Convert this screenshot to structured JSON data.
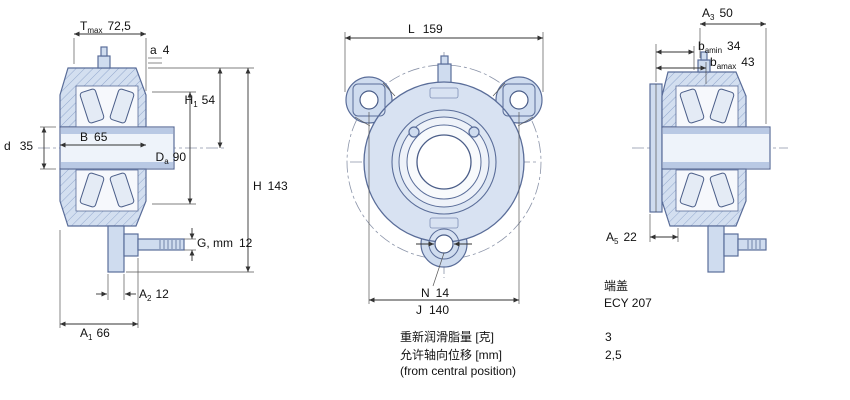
{
  "colors": {
    "part_fill": "#cfdcef",
    "part_stroke": "#5a6d99",
    "dim_color": "#333333",
    "background": "#ffffff"
  },
  "side_view": {
    "tmax_label": "T",
    "tmax_sub": "max",
    "tmax_value": "72,5",
    "a_label": "a",
    "a_value": "4",
    "h1_label": "H",
    "h1_sub": "1",
    "h1_value": "54",
    "d_label": "d",
    "d_value": "35",
    "b_label": "B",
    "b_value": "65",
    "da_label": "D",
    "da_sub": "a",
    "da_value": "90",
    "h_label": "H",
    "h_value": "143",
    "g_label": "G, mm",
    "g_value": "12",
    "a2_label": "A",
    "a2_sub": "2",
    "a2_value": "12",
    "a1_label": "A",
    "a1_sub": "1",
    "a1_value": "66"
  },
  "front_view": {
    "l_label": "L",
    "l_value": "159",
    "n_label": "N",
    "n_value": "14",
    "j_label": "J",
    "j_value": "140"
  },
  "end_view": {
    "a3_label": "A",
    "a3_sub": "3",
    "a3_value": "50",
    "bamin_label": "b",
    "bamin_sub": "amin",
    "bamin_value": "34",
    "bamax_label": "b",
    "bamax_sub": "amax",
    "bamax_value": "43",
    "a5_label": "A",
    "a5_sub": "5",
    "a5_value": "22",
    "cap_label": "端盖",
    "cap_value": "ECY 207"
  },
  "notes": {
    "regrease_label": "重新润滑脂量 [克]",
    "regrease_value": "3",
    "axial_label": "允许轴向位移 [mm]",
    "axial_value": "2,5",
    "axial_note": "(from central position)"
  }
}
